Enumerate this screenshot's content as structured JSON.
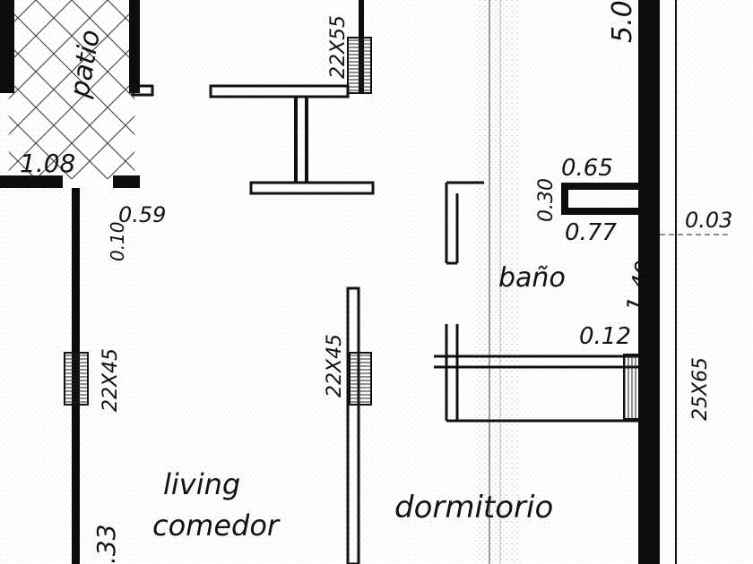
{
  "plan": {
    "room_labels": {
      "patio": "patio",
      "bano": "baño",
      "living": "living",
      "comedor": "comedor",
      "dormitorio": "dormitorio"
    },
    "dimensions": {
      "d_1_08": "1.08",
      "d_0_10": "0.10",
      "d_0_59": "0.59",
      "d_0_30": "0.30",
      "d_0_65": "0.65",
      "d_0_77": "0.77",
      "d_0_03": "0.03",
      "d_1_40": "1.40",
      "d_0_12": "0.12",
      "d_5_0": "5.0",
      "d_33": ".33"
    },
    "openings": {
      "door_top": "22X55",
      "door_left": "22X45",
      "door_mid": "22X45",
      "door_right": "25X65"
    }
  }
}
